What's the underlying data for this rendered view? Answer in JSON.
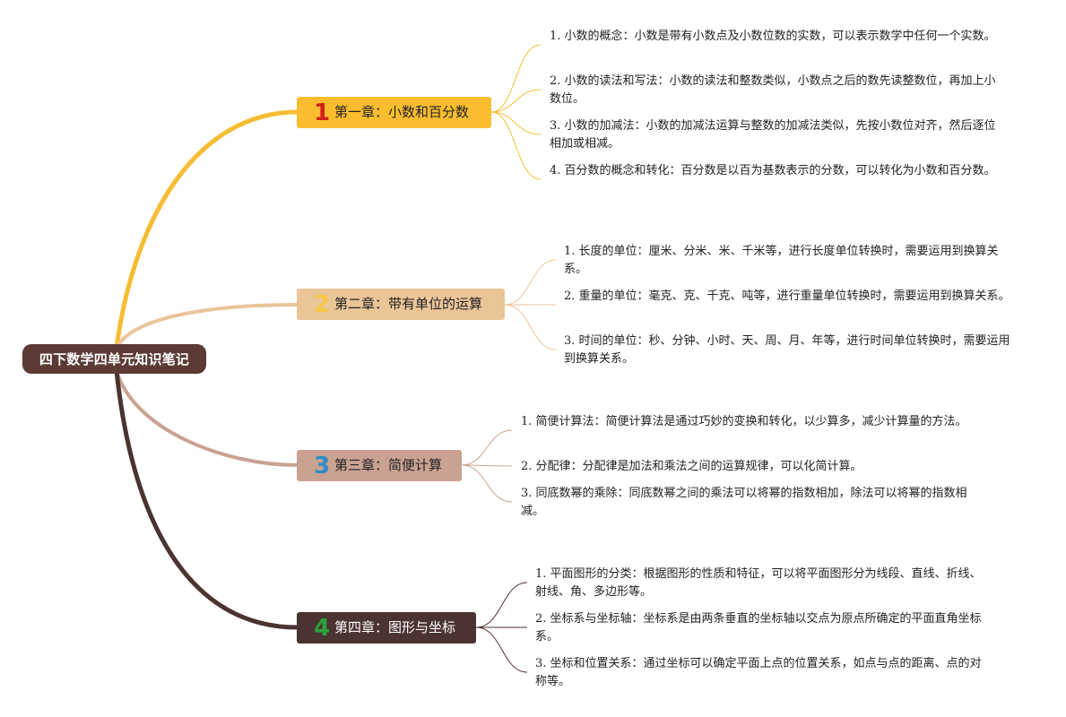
{
  "root": {
    "title": "四下数学四单元知识笔记",
    "color": "#5b3b34"
  },
  "chapters": [
    {
      "number": "1",
      "title": "第一章：小数和百分数",
      "box_color": "#fbbd2f",
      "number_color": "#d5201d",
      "branch_color": "#f6bd33",
      "items": [
        "1. 小数的概念：小数是带有小数点及小数位数的实数，可以表示数学中任何一个实数。",
        "2. 小数的读法和写法：小数的读法和整数类似，小数点之后的数先读整数位，再加上小数位。",
        "3. 小数的加减法：小数的加减法运算与整数的加减法类似，先按小数位对齐，然后逐位相加或相减。",
        "4. 百分数的概念和转化：百分数是以百为基数表示的分数，可以转化为小数和百分数。"
      ]
    },
    {
      "number": "2",
      "title": "第二章：带有单位的运算",
      "box_color": "#eac598",
      "number_color": "#f7c744",
      "branch_color": "#eac598",
      "items": [
        "1. 长度的单位：厘米、分米、米、千米等，进行长度单位转换时，需要运用到换算关系。",
        "2. 重量的单位：毫克、克、千克、吨等，进行重量单位转换时，需要运用到换算关系。",
        "3. 时间的单位：秒、分钟、小时、天、周、月、年等，进行时间单位转换时，需要运用到换算关系。"
      ]
    },
    {
      "number": "3",
      "title": "第三章：简便计算",
      "box_color": "#c9a292",
      "number_color": "#2e8ec9",
      "branch_color": "#c9a292",
      "items": [
        "1. 简便计算法：简便计算法是通过巧妙的变换和转化，以少算多，减少计算量的方法。",
        "2. 分配律：分配律是加法和乘法之间的运算规律，可以化简计算。",
        "3. 同底数幂的乘除：同底数幂之间的乘法可以将幂的指数相加，除法可以将幂的指数相减。"
      ]
    },
    {
      "number": "4",
      "title": "第四章：图形与坐标",
      "box_color": "#4b3331",
      "number_color": "#2aa33a",
      "branch_color": "#4b3331",
      "items": [
        "1. 平面图形的分类：根据图形的性质和特征，可以将平面图形分为线段、直线、折线、射线、角、多边形等。",
        "2. 坐标系与坐标轴：坐标系是由两条垂直的坐标轴以交点为原点所确定的平面直角坐标系。",
        "3. 坐标和位置关系：通过坐标可以确定平面上点的位置关系，如点与点的距离、点的对称等。"
      ]
    }
  ]
}
